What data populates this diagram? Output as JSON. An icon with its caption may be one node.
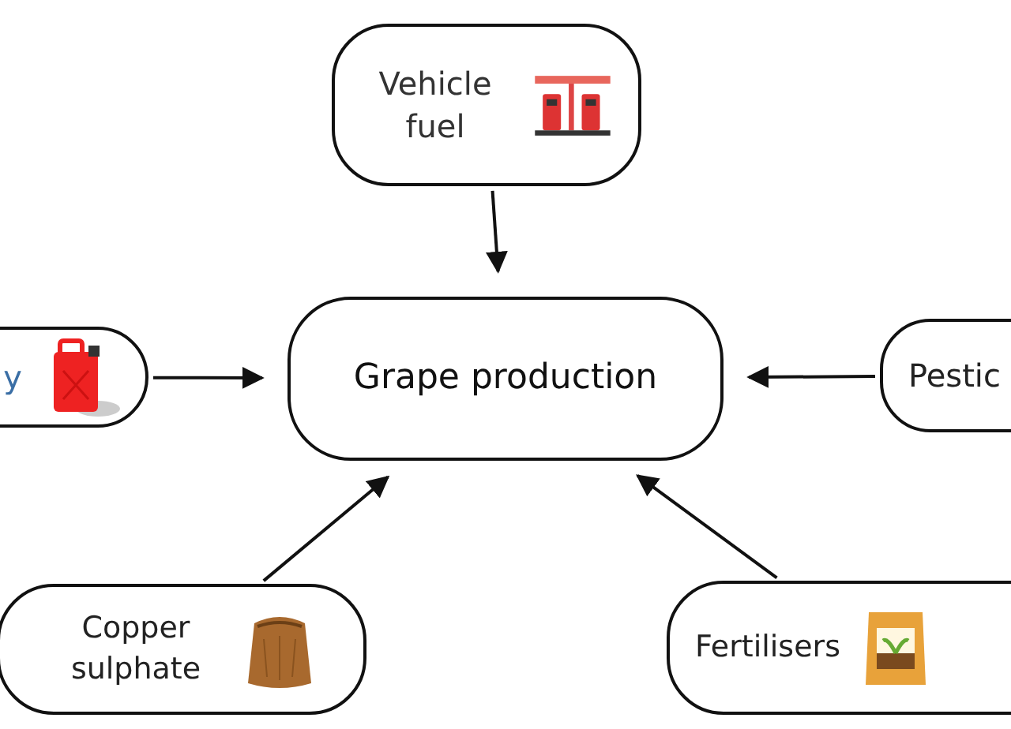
{
  "diagram": {
    "nodes": [
      {
        "text": [
          "Vehicle fuel"
        ]
      },
      {
        "text": [
          "y"
        ]
      },
      {
        "text": [
          "Grape production"
        ]
      },
      {
        "text": [
          "Pestic"
        ]
      },
      {
        "text": [
          "Copper sulphate"
        ]
      },
      {
        "text": [
          "Fertilisers"
        ]
      }
    ],
    "edges": [
      {
        "from": 0,
        "to": 2,
        "arrow": "to"
      },
      {
        "from": 1,
        "to": 2,
        "arrow": "to"
      },
      {
        "from": 3,
        "to": 2,
        "arrow": "to"
      },
      {
        "from": 4,
        "to": 2,
        "arrow": "to"
      },
      {
        "from": 5,
        "to": 2,
        "arrow": "to"
      }
    ]
  }
}
